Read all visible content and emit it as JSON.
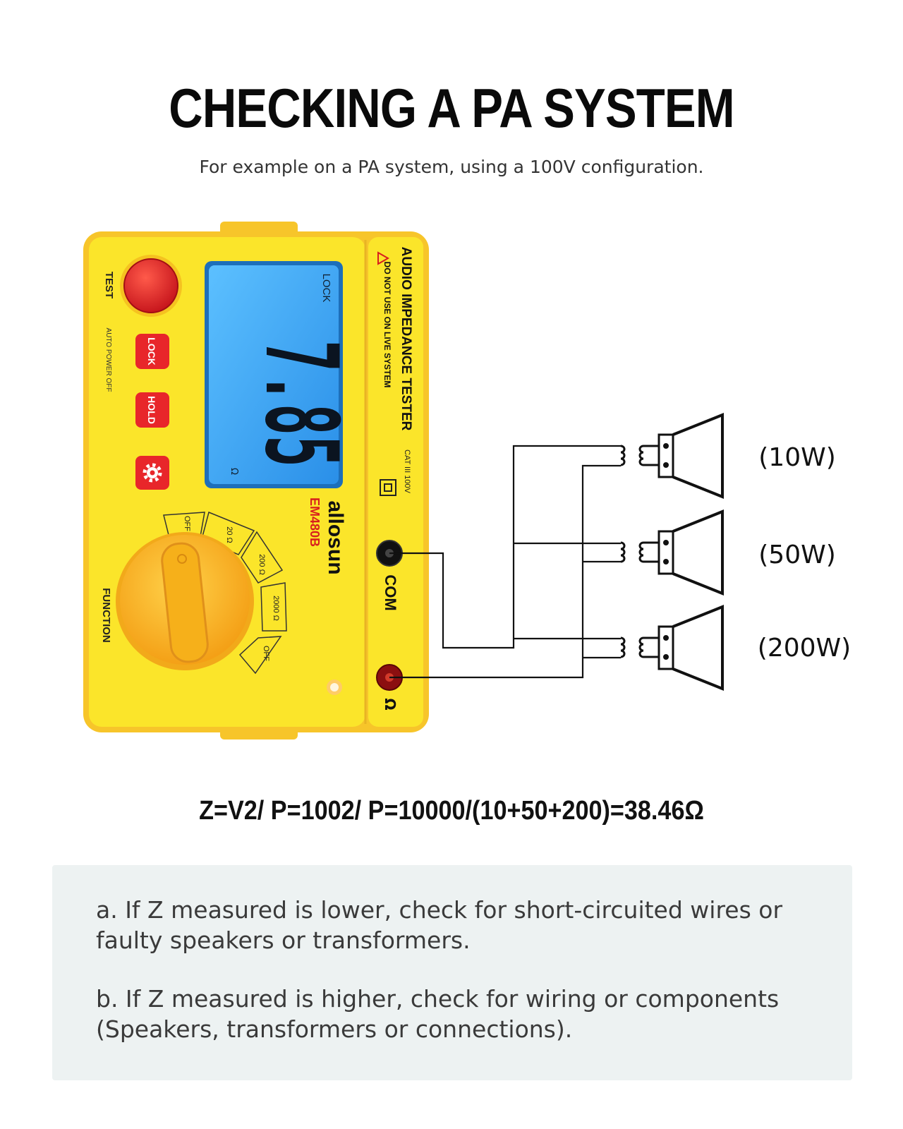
{
  "title": "CHECKING A PA SYSTEM",
  "subtitle": "For example on a PA system, using a 100V configuration.",
  "tester": {
    "brand": "allosun",
    "model": "EM480B",
    "product_name": "AUDIO IMPEDANCE TESTER",
    "warning": "DO NOT USE ON LIVE SYSTEM",
    "category": "CAT III 100V",
    "display": {
      "reading": "7.85",
      "lock_indicator": "LOCK",
      "unit": "Ω"
    },
    "buttons": {
      "test": "TEST",
      "lock": "LOCK",
      "hold": "HOLD"
    },
    "auto_power_off": "AUTO POWER OFF",
    "function_label": "FUNCTION",
    "dial_positions": [
      "OFF",
      "20 Ω",
      "200 Ω",
      "2000 Ω",
      "OFF"
    ],
    "terminals": {
      "com": "COM",
      "ohm": "Ω"
    }
  },
  "speakers": [
    {
      "label": "(10W)"
    },
    {
      "label": "(50W)"
    },
    {
      "label": "(200W)"
    }
  ],
  "formula": "Z=V2/ P=1002/ P=10000/(10+50+200)=38.46Ω",
  "notes": [
    "a. If Z measured is lower, check for short-circuited wires or faulty speakers or transformers.",
    "b. If Z measured is higher, check for wiring or components (Speakers, transformers or connections)."
  ],
  "colors": {
    "body_yellow": "#fbe52a",
    "edge_yellow": "#f7c52a",
    "knob_orange": "#f6b01a",
    "lcd_blue": "#3fa9f5",
    "button_red": "#e8262a",
    "brand_red": "#d81e1e"
  }
}
